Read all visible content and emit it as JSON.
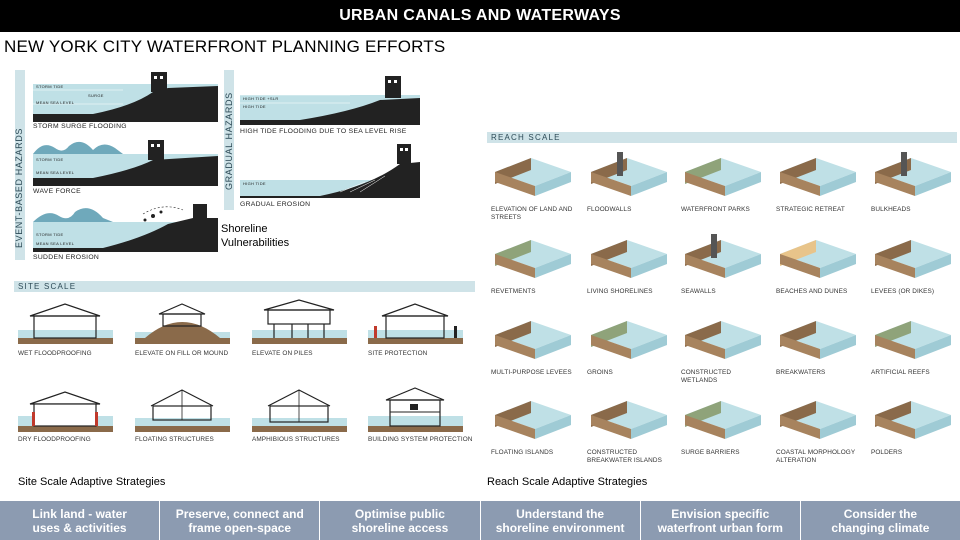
{
  "header": {
    "title": "URBAN CANALS AND WATERWAYS"
  },
  "subtitle": "NEW YORK CITY WATERFRONT PLANNING EFFORTS",
  "hazards": {
    "event_label": "EVENT-BASED HAZARDS",
    "gradual_label": "GRADUAL HAZARDS",
    "items": [
      {
        "caption": "STORM SURGE FLOODING",
        "labels": [
          "STORM TIDE",
          "MEAN SEA LEVEL",
          "SURGE"
        ]
      },
      {
        "caption": "WAVE FORCE",
        "labels": [
          "STORM TIDE",
          "MEAN SEA LEVEL"
        ]
      },
      {
        "caption": "SUDDEN EROSION",
        "labels": [
          "STORM TIDE",
          "MEAN SEA LEVEL"
        ]
      },
      {
        "caption": "HIGH TIDE FLOODING DUE TO SEA LEVEL RISE",
        "labels": [
          "HIGH TIDE +SLR",
          "HIGH TIDE"
        ]
      },
      {
        "caption": "GRADUAL EROSION",
        "labels": [
          "HIGH TIDE"
        ]
      }
    ],
    "note_line1": "Shoreline",
    "note_line2": "Vulnerabilities"
  },
  "site_scale": {
    "band_label": "SITE SCALE",
    "items": [
      "WET FLOODPROOFING",
      "ELEVATE ON FILL OR MOUND",
      "ELEVATE ON PILES",
      "SITE PROTECTION",
      "DRY FLOODPROOFING",
      "FLOATING STRUCTURES",
      "AMPHIBIOUS STRUCTURES",
      "BUILDING SYSTEM PROTECTION"
    ],
    "caption": "Site Scale Adaptive Strategies"
  },
  "reach_scale": {
    "band_label": "REACH SCALE",
    "items": [
      "ELEVATION OF LAND AND STREETS",
      "FLOODWALLS",
      "WATERFRONT PARKS",
      "STRATEGIC RETREAT",
      "BULKHEADS",
      "REVETMENTS",
      "LIVING SHORELINES",
      "SEAWALLS",
      "BEACHES AND DUNES",
      "LEVEES (OR DIKES)",
      "MULTI-PURPOSE LEVEES",
      "GROINS",
      "CONSTRUCTED WETLANDS",
      "BREAKWATERS",
      "ARTIFICIAL REEFS",
      "FLOATING ISLANDS",
      "CONSTRUCTED BREAKWATER ISLANDS",
      "SURGE BARRIERS",
      "COASTAL MORPHOLOGY ALTERATION",
      "POLDERS"
    ],
    "caption": "Reach Scale Adaptive Strategies"
  },
  "bottom_bar": {
    "items": [
      {
        "line1": "Link land - water",
        "line2": "uses & activities"
      },
      {
        "line1": "Preserve, connect and",
        "line2": "frame open-space"
      },
      {
        "line1": "Optimise public",
        "line2": "shoreline access"
      },
      {
        "line1": "Understand the",
        "line2": "shoreline environment"
      },
      {
        "line1": "Envision specific",
        "line2": "waterfront urban form"
      },
      {
        "line1": "Consider the",
        "line2": "changing climate"
      }
    ]
  },
  "colors": {
    "water": "#bfe0e6",
    "earth": "#8a6a4a",
    "dark": "#222222",
    "band": "#cfe3e8",
    "pill": "#8c9bb1",
    "sand": "#e8c48a"
  }
}
